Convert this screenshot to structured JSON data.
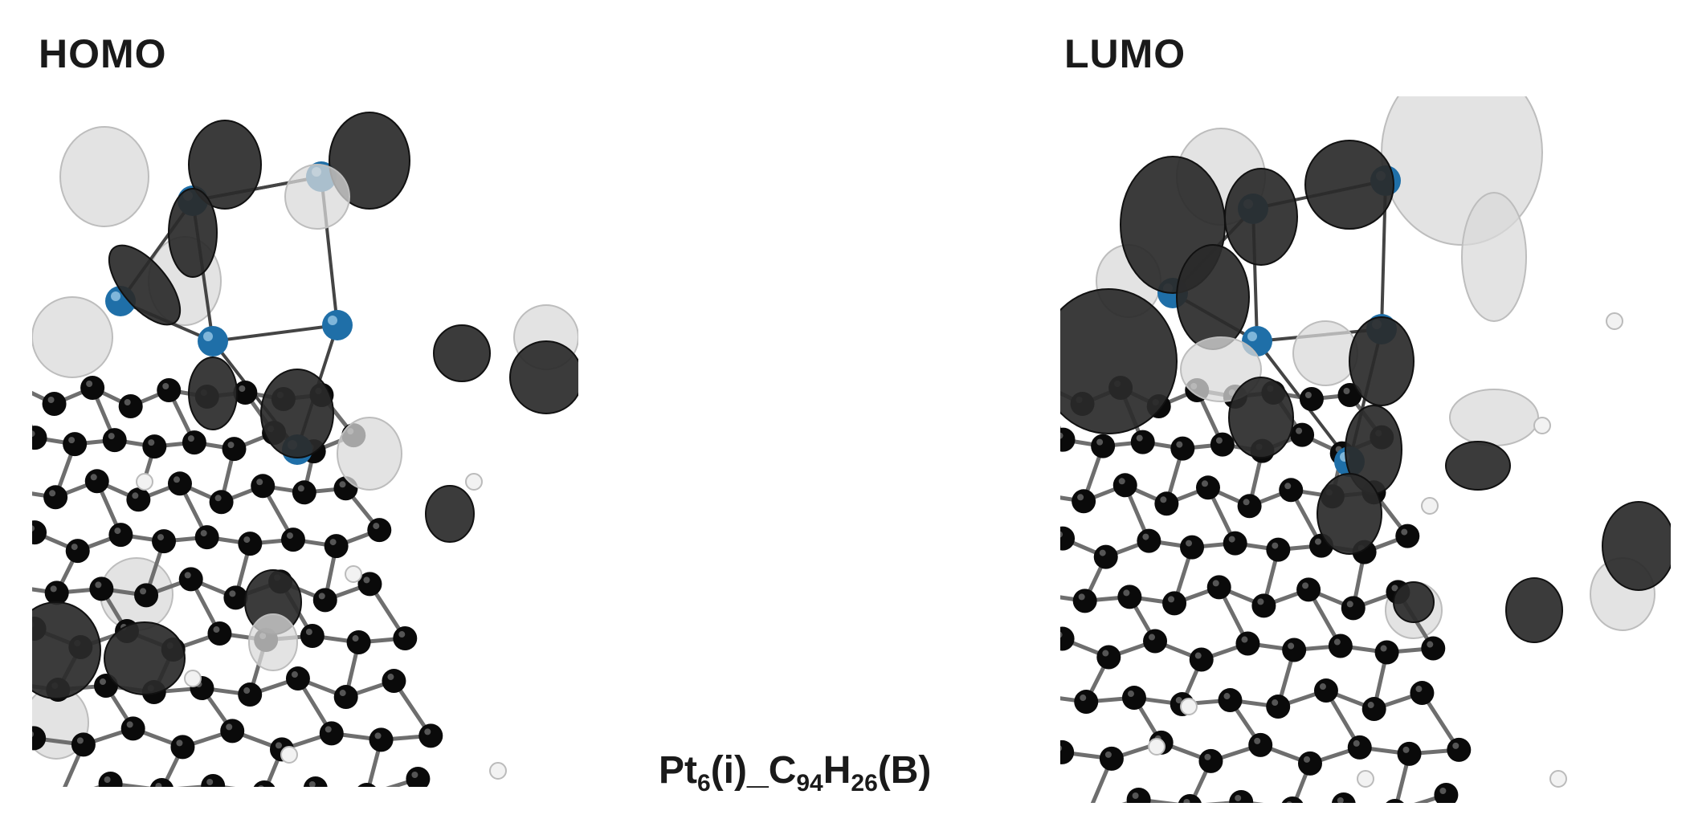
{
  "panels": {
    "homo": {
      "label": "HOMO"
    },
    "lumo": {
      "label": "LUMO"
    }
  },
  "caption": {
    "metal": "Pt",
    "metal_count": "6",
    "site": "(i)_C",
    "carbon_count": "94",
    "hydrogen": "H",
    "hydrogen_count": "26",
    "suffix": "(B)"
  },
  "colors": {
    "carbon_atom": "#0a0a0a",
    "platinum_atom": "#1f6fa8",
    "bond": "#6e6e6e",
    "orbital_dark": "#2a2a2a",
    "orbital_light": "#d9d9d9",
    "hydrogen_atom": "#f2f2f2"
  }
}
